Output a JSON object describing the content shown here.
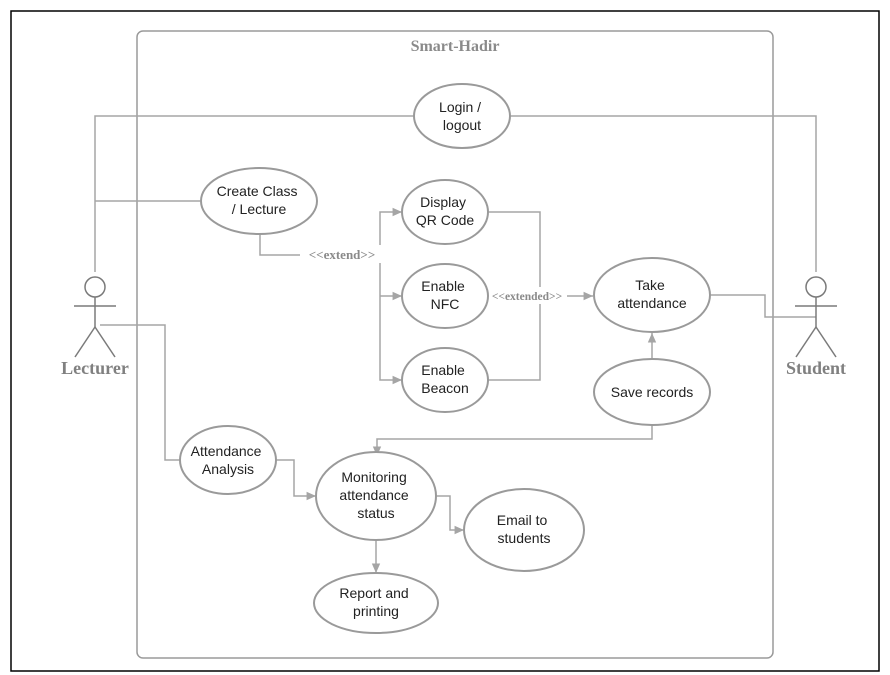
{
  "system": {
    "title": "Smart-Hadir"
  },
  "actors": {
    "lecturer": {
      "label": "Lecturer"
    },
    "student": {
      "label": "Student"
    }
  },
  "use_cases": {
    "login": [
      "Login /",
      "logout"
    ],
    "create_class": [
      "Create Class",
      "/ Lecture"
    ],
    "display_qr": [
      "Display",
      "QR Code"
    ],
    "enable_nfc": [
      "Enable",
      "NFC"
    ],
    "enable_beacon": [
      "Enable",
      "Beacon"
    ],
    "take_attendance": [
      "Take",
      "attendance"
    ],
    "save_records": [
      "Save records"
    ],
    "attendance_analysis": [
      "Attendance",
      "Analysis"
    ],
    "monitoring_status": [
      "Monitoring",
      "attendance",
      "status"
    ],
    "email_students": [
      "Email to",
      "students"
    ],
    "report_printing": [
      "Report and",
      "printing"
    ]
  },
  "relations": {
    "extend": "<<extend>>",
    "extended": "<<extended>>"
  },
  "colors": {
    "stroke": "#9a9a9a",
    "connector": "#a5a5a5",
    "label": "#808080"
  }
}
